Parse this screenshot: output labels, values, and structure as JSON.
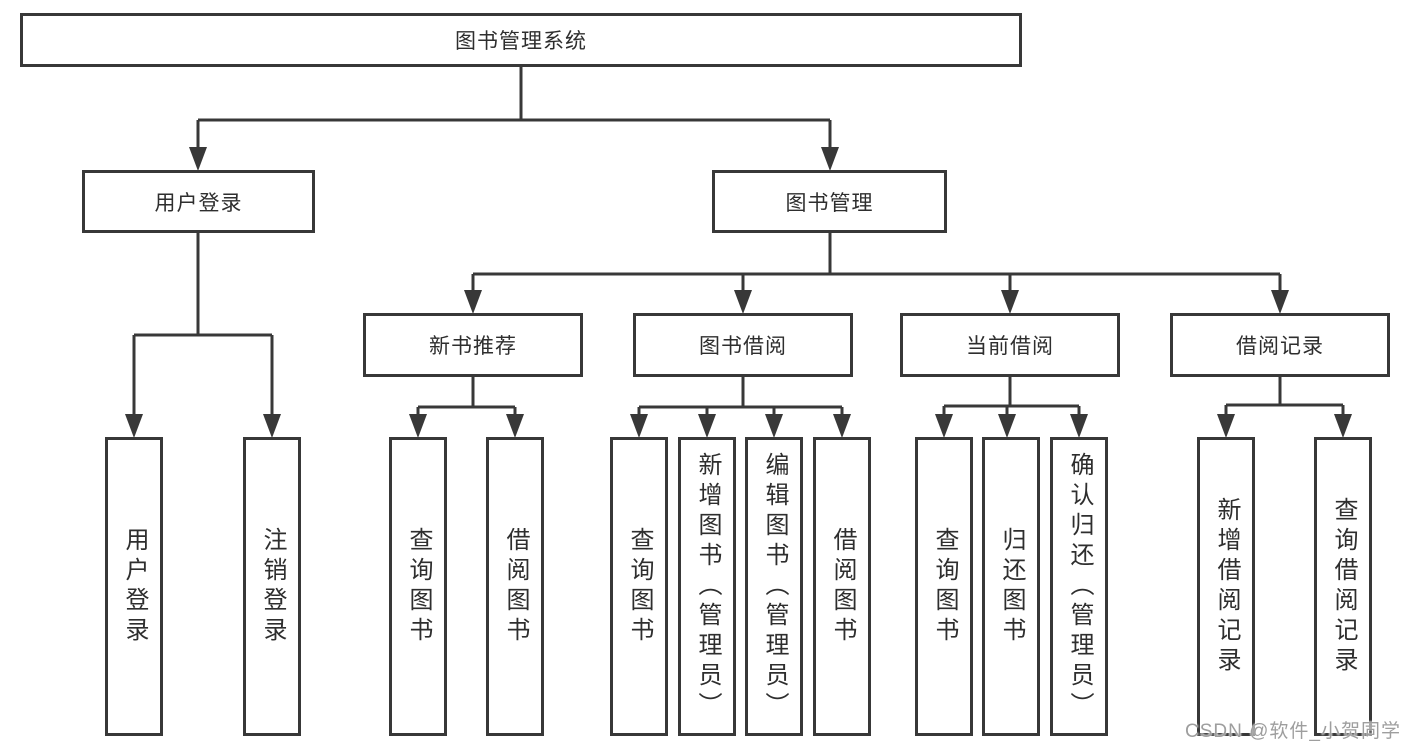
{
  "tree": {
    "label": "图书管理系统",
    "children": [
      {
        "label": "用户登录",
        "children": [
          {
            "label": "用户登录"
          },
          {
            "label": "注销登录"
          }
        ]
      },
      {
        "label": "图书管理",
        "children": [
          {
            "label": "新书推荐",
            "children": [
              {
                "label": "查询图书"
              },
              {
                "label": "借阅图书"
              }
            ]
          },
          {
            "label": "图书借阅",
            "children": [
              {
                "label": "查询图书"
              },
              {
                "label": "新增图书（管理员）"
              },
              {
                "label": "编辑图书（管理员）"
              },
              {
                "label": "借阅图书"
              }
            ]
          },
          {
            "label": "当前借阅",
            "children": [
              {
                "label": "查询图书"
              },
              {
                "label": "归还图书"
              },
              {
                "label": "确认归还（管理员）"
              }
            ]
          },
          {
            "label": "借阅记录",
            "children": [
              {
                "label": "新增借阅记录"
              },
              {
                "label": "查询借阅记录"
              }
            ]
          }
        ]
      }
    ]
  },
  "watermark": {
    "text": "CSDN @软件_小贺同学"
  },
  "colors": {
    "line": "#383838",
    "text": "#2e2e2e",
    "watermark": "#9e9e9e",
    "background": "#ffffff"
  }
}
